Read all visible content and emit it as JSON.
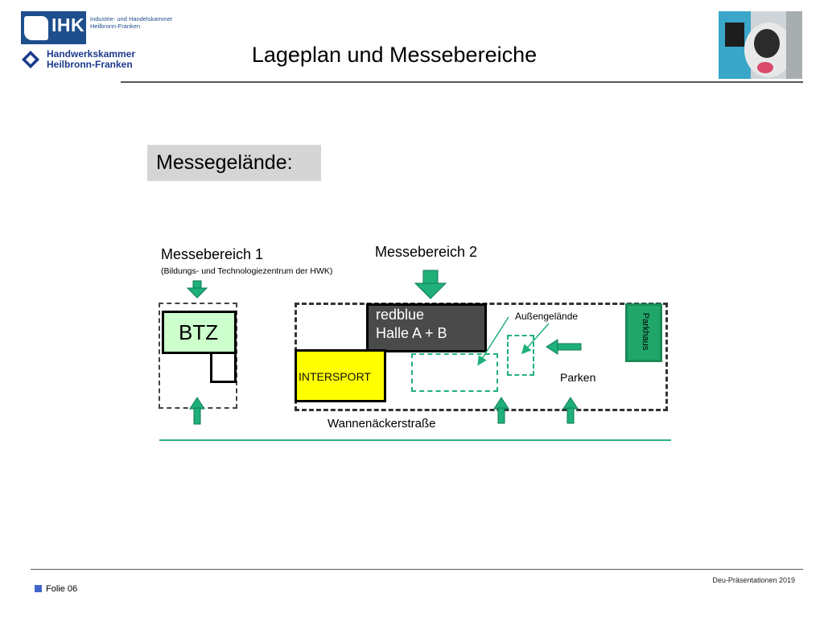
{
  "header": {
    "ihk_letters": "IHK",
    "ihk_line1": "Industrie- und Handelskammer",
    "ihk_line2": "Heilbronn-Franken",
    "hwk_line1": "Handwerkskammer",
    "hwk_line2": "Heilbronn-Franken",
    "title": "Lageplan und Messebereiche"
  },
  "section_label": "Messegelände:",
  "areas": {
    "area1": {
      "title": "Messebereich 1",
      "subtitle": "(Bildungs- und Technologiezentrum der HWK)"
    },
    "area2": {
      "title": "Messebereich 2"
    }
  },
  "map": {
    "btz": "BTZ",
    "hall_line1": "redblue",
    "hall_line2": "Halle A + B",
    "intersport": "INTERSPORT",
    "outdoor": "Außengelände",
    "parking": "Parken",
    "parking_garage": "Parkhaus",
    "street": "Wannenäckerstraße"
  },
  "colors": {
    "arrow_green": "#1fb07a",
    "btz_fill": "#ccffcc",
    "hall_fill": "#4a4a4a",
    "intersport_fill": "#ffff00",
    "parkhaus_fill": "#21a66a"
  },
  "footer": {
    "credit": "Deu-Präsentationen 2019",
    "slide": "Folie 06"
  }
}
